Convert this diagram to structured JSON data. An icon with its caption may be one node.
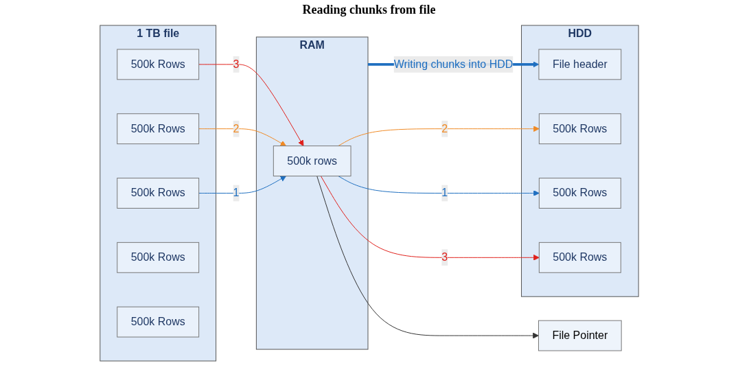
{
  "diagram": {
    "nodes": [
      {
        "text": [
          "1 TB file"
        ]
      },
      {
        "text": [
          "500k Rows"
        ],
        "in": 0
      },
      {
        "text": [
          "500k Rows"
        ],
        "in": 0
      },
      {
        "text": [
          "500k Rows"
        ],
        "in": 0
      },
      {
        "text": [
          "500k Rows"
        ],
        "in": 0
      },
      {
        "text": [
          "500k Rows"
        ],
        "in": 0
      },
      {
        "text": [
          "File Pointer"
        ]
      },
      {
        "text": [
          "RAM"
        ]
      },
      {
        "text": [
          "500k rows"
        ],
        "in": 7
      },
      {
        "text": [
          "HDD"
        ]
      },
      {
        "text": [
          "File header"
        ],
        "in": 9
      },
      {
        "text": [
          "500k Rows"
        ],
        "in": 9
      },
      {
        "text": [
          "500k Rows"
        ],
        "in": 9
      },
      {
        "text": [
          "500k Rows"
        ],
        "in": 9
      }
    ],
    "edges": [
      {
        "from": 1,
        "to": 8,
        "arrow": "to",
        "label": "3",
        "color": "#e0201b"
      },
      {
        "from": 2,
        "to": 8,
        "arrow": "to",
        "label": "2",
        "color": "#f08a24"
      },
      {
        "from": 3,
        "to": 8,
        "arrow": "to",
        "label": "1",
        "color": "#1f6fc0"
      },
      {
        "from": 8,
        "to": 6,
        "arrow": "to",
        "color": "#333333"
      },
      {
        "from": 7,
        "to": 10,
        "arrow": "to",
        "label": "Writing chunks into HDD",
        "style": "thick",
        "color": "#1f6fc0"
      },
      {
        "from": 8,
        "to": 11,
        "arrow": "to",
        "label": "2",
        "color": "#f08a24"
      },
      {
        "from": 8,
        "to": 12,
        "arrow": "to",
        "label": "1",
        "color": "#1f6fc0"
      },
      {
        "from": 8,
        "to": 13,
        "arrow": "to",
        "label": "3",
        "color": "#e0201b"
      }
    ],
    "labels": [
      "Reading chunks from file"
    ]
  }
}
